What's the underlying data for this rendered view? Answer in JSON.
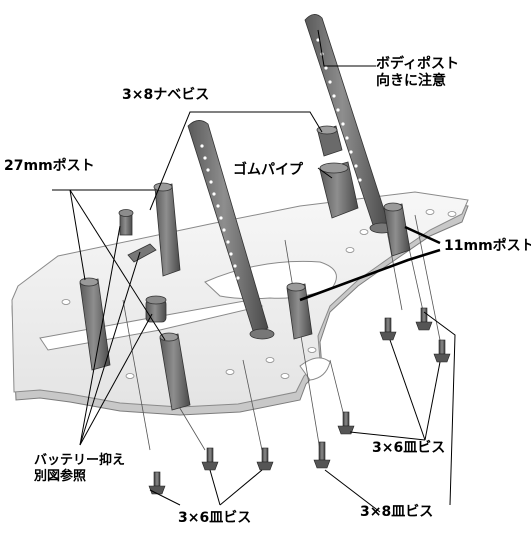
{
  "labels": {
    "body_post_note": [
      "ボディポスト",
      "向きに注意"
    ],
    "pan_screw_3x8": "3×8ナベビス",
    "post_27mm": "27mmポスト",
    "rubber_pipe": "ゴムパイプ",
    "post_11mm": "11mmポスト",
    "battery_holder_note": [
      "バッテリー抑え",
      "別図参照"
    ],
    "countersunk_3x6_right": "3×6皿ビス",
    "countersunk_3x6_bottom": "3×6皿ビス",
    "countersunk_3x8_bottom": "3×8皿ビス"
  },
  "colors": {
    "plate_fill": "#f2f2f2",
    "plate_edge": "#8a8a8a",
    "part_dark": "#5a5a5a",
    "part_mid": "#7d7d7d",
    "part_light": "#a8a8a8",
    "line": "#000000"
  }
}
